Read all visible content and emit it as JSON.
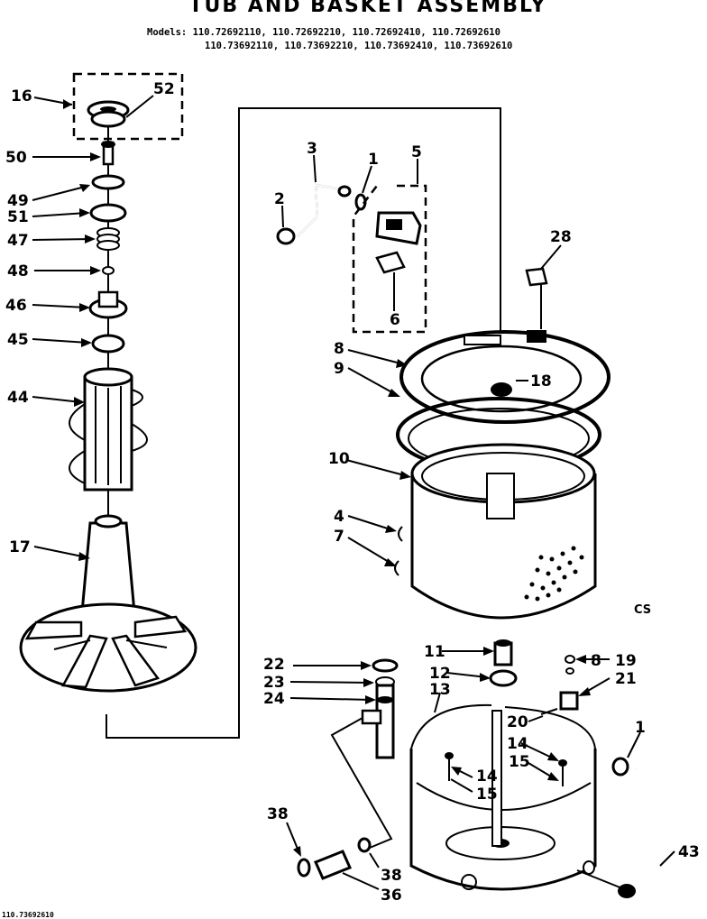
{
  "title": "TUB AND BASKET ASSEMBLY",
  "models_line1": "Models: 110.72692110, 110.72692210, 110.72692410, 110.72692610",
  "models_line2": "110.73692110, 110.73692210, 110.73692410, 110.73692610",
  "corner_code": "CS",
  "footer_code": "110.73692610",
  "callouts": {
    "c16": "16",
    "c52": "52",
    "c50": "50",
    "c49": "49",
    "c51": "51",
    "c47": "47",
    "c48": "48",
    "c46": "46",
    "c45": "45",
    "c44": "44",
    "c17": "17",
    "c3": "3",
    "c1a": "1",
    "c5": "5",
    "c2": "2",
    "c6": "6",
    "c28": "28",
    "c8a": "8",
    "c9": "9",
    "c18": "18",
    "c10": "10",
    "c4": "4",
    "c7": "7",
    "c22": "22",
    "c23": "23",
    "c24": "24",
    "c11": "11",
    "c12": "12",
    "c13": "13",
    "c8b": "8",
    "c19": "19",
    "c21": "21",
    "c20": "20",
    "c1b": "1",
    "c14a": "14",
    "c15a": "15",
    "c14b": "14",
    "c15b": "15",
    "c38a": "38",
    "c38b": "38",
    "c36": "36",
    "c43": "43"
  }
}
